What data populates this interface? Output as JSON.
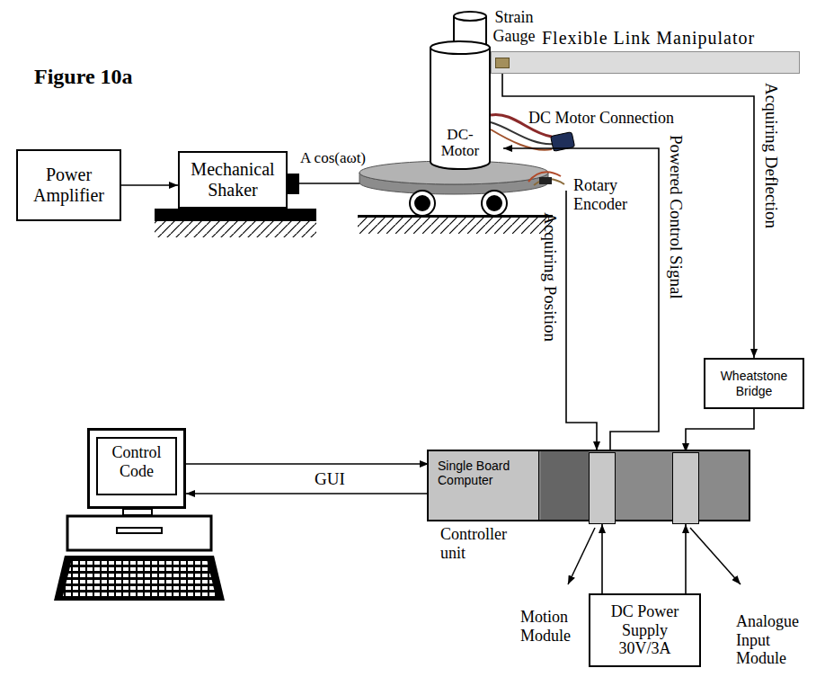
{
  "diagram": {
    "title": "Figure 10a",
    "nodes": [
      {
        "text": [
          "Flexible Link Manipulator"
        ]
      },
      {
        "text": [
          "Strain Gauge"
        ],
        "in": 0
      },
      {
        "text": [
          "DC- Motor"
        ]
      },
      {
        "text": [
          "Power Amplifier"
        ]
      },
      {
        "text": [
          "Mechanical Shaker"
        ]
      },
      {
        "text": [
          "Wheatstone Bridge"
        ]
      },
      {
        "text": [
          "Control Code"
        ]
      },
      {
        "text": [
          "Controller unit"
        ]
      },
      {
        "text": [
          "Single Board Computer"
        ],
        "in": 7
      },
      {
        "text": [
          "Motion Module"
        ],
        "in": 7
      },
      {
        "text": [
          "Analogue Input Module"
        ],
        "in": 7
      },
      {
        "text": [
          "DC Power Supply 30V/3A"
        ]
      }
    ],
    "edges": [
      {
        "from": 3,
        "to": 4,
        "arrow": "to"
      },
      {
        "from": 9,
        "to": 2,
        "arrow": "to",
        "label": "Powered Control Signal"
      },
      {
        "from": 1,
        "to": 5,
        "arrow": "to",
        "label": "Acquiring Deflection"
      },
      {
        "from": 5,
        "to": 10,
        "arrow": "to"
      },
      {
        "from": 11,
        "to": 9,
        "arrow": "to"
      },
      {
        "from": 11,
        "to": 10,
        "arrow": "to"
      },
      {
        "from": 6,
        "to": 8,
        "arrow": "to",
        "label": "GUI"
      },
      {
        "from": 8,
        "to": 6,
        "arrow": "to"
      }
    ],
    "labels": [
      "A cos(aωt)",
      "DC Motor Connection",
      "Rotary Encoder",
      "Acquiring Position"
    ]
  }
}
